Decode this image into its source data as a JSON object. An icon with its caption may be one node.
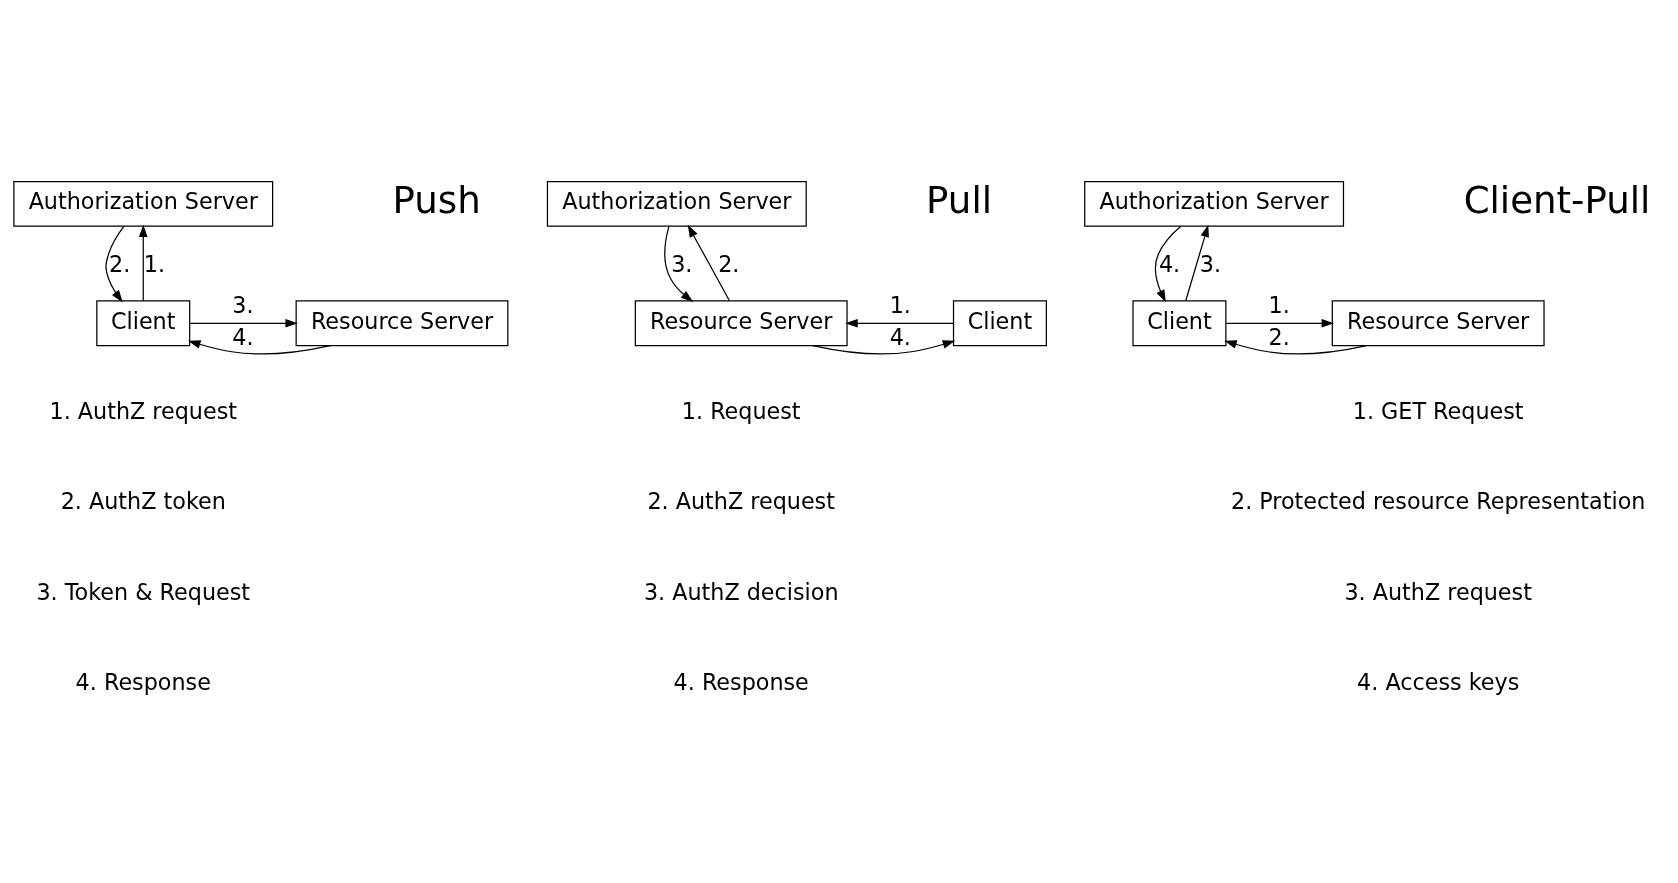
{
  "diagram": {
    "nodes": [
      {
        "text": [
          "Authorization Server"
        ]
      },
      {
        "text": [
          "Client"
        ]
      },
      {
        "text": [
          "Resource Server"
        ]
      },
      {
        "text": [
          "Authorization Server"
        ]
      },
      {
        "text": [
          "Client"
        ]
      },
      {
        "text": [
          "Resource Server"
        ]
      },
      {
        "text": [
          "Authorization Server"
        ]
      },
      {
        "text": [
          "Client"
        ]
      },
      {
        "text": [
          "Resource Server"
        ]
      }
    ],
    "edges": [
      {
        "from": 1,
        "to": 0,
        "arrow": "to",
        "label": "1."
      },
      {
        "from": 0,
        "to": 1,
        "arrow": "to",
        "label": "2."
      },
      {
        "from": 1,
        "to": 2,
        "arrow": "to",
        "label": "3."
      },
      {
        "from": 2,
        "to": 1,
        "arrow": "to",
        "label": "4."
      },
      {
        "from": 4,
        "to": 5,
        "arrow": "to",
        "label": "1."
      },
      {
        "from": 5,
        "to": 3,
        "arrow": "to",
        "label": "2."
      },
      {
        "from": 3,
        "to": 5,
        "arrow": "to",
        "label": "3."
      },
      {
        "from": 5,
        "to": 4,
        "arrow": "to",
        "label": "4."
      },
      {
        "from": 7,
        "to": 8,
        "arrow": "to",
        "label": "1."
      },
      {
        "from": 8,
        "to": 7,
        "arrow": "to",
        "label": "2."
      },
      {
        "from": 7,
        "to": 6,
        "arrow": "to",
        "label": "3."
      },
      {
        "from": 6,
        "to": 7,
        "arrow": "to",
        "label": "4."
      }
    ],
    "labels": [
      "Push",
      "Pull",
      "1. AuthZ request",
      "2. AuthZ token",
      "3. Token & Request",
      "4. Response",
      "1. Request",
      "2. AuthZ request",
      "3. AuthZ decision",
      "4. Response",
      "Client-Pull",
      "1. GET Request",
      "2. Protected resource Representation",
      "3. AuthZ request",
      "4. Access keys"
    ]
  }
}
